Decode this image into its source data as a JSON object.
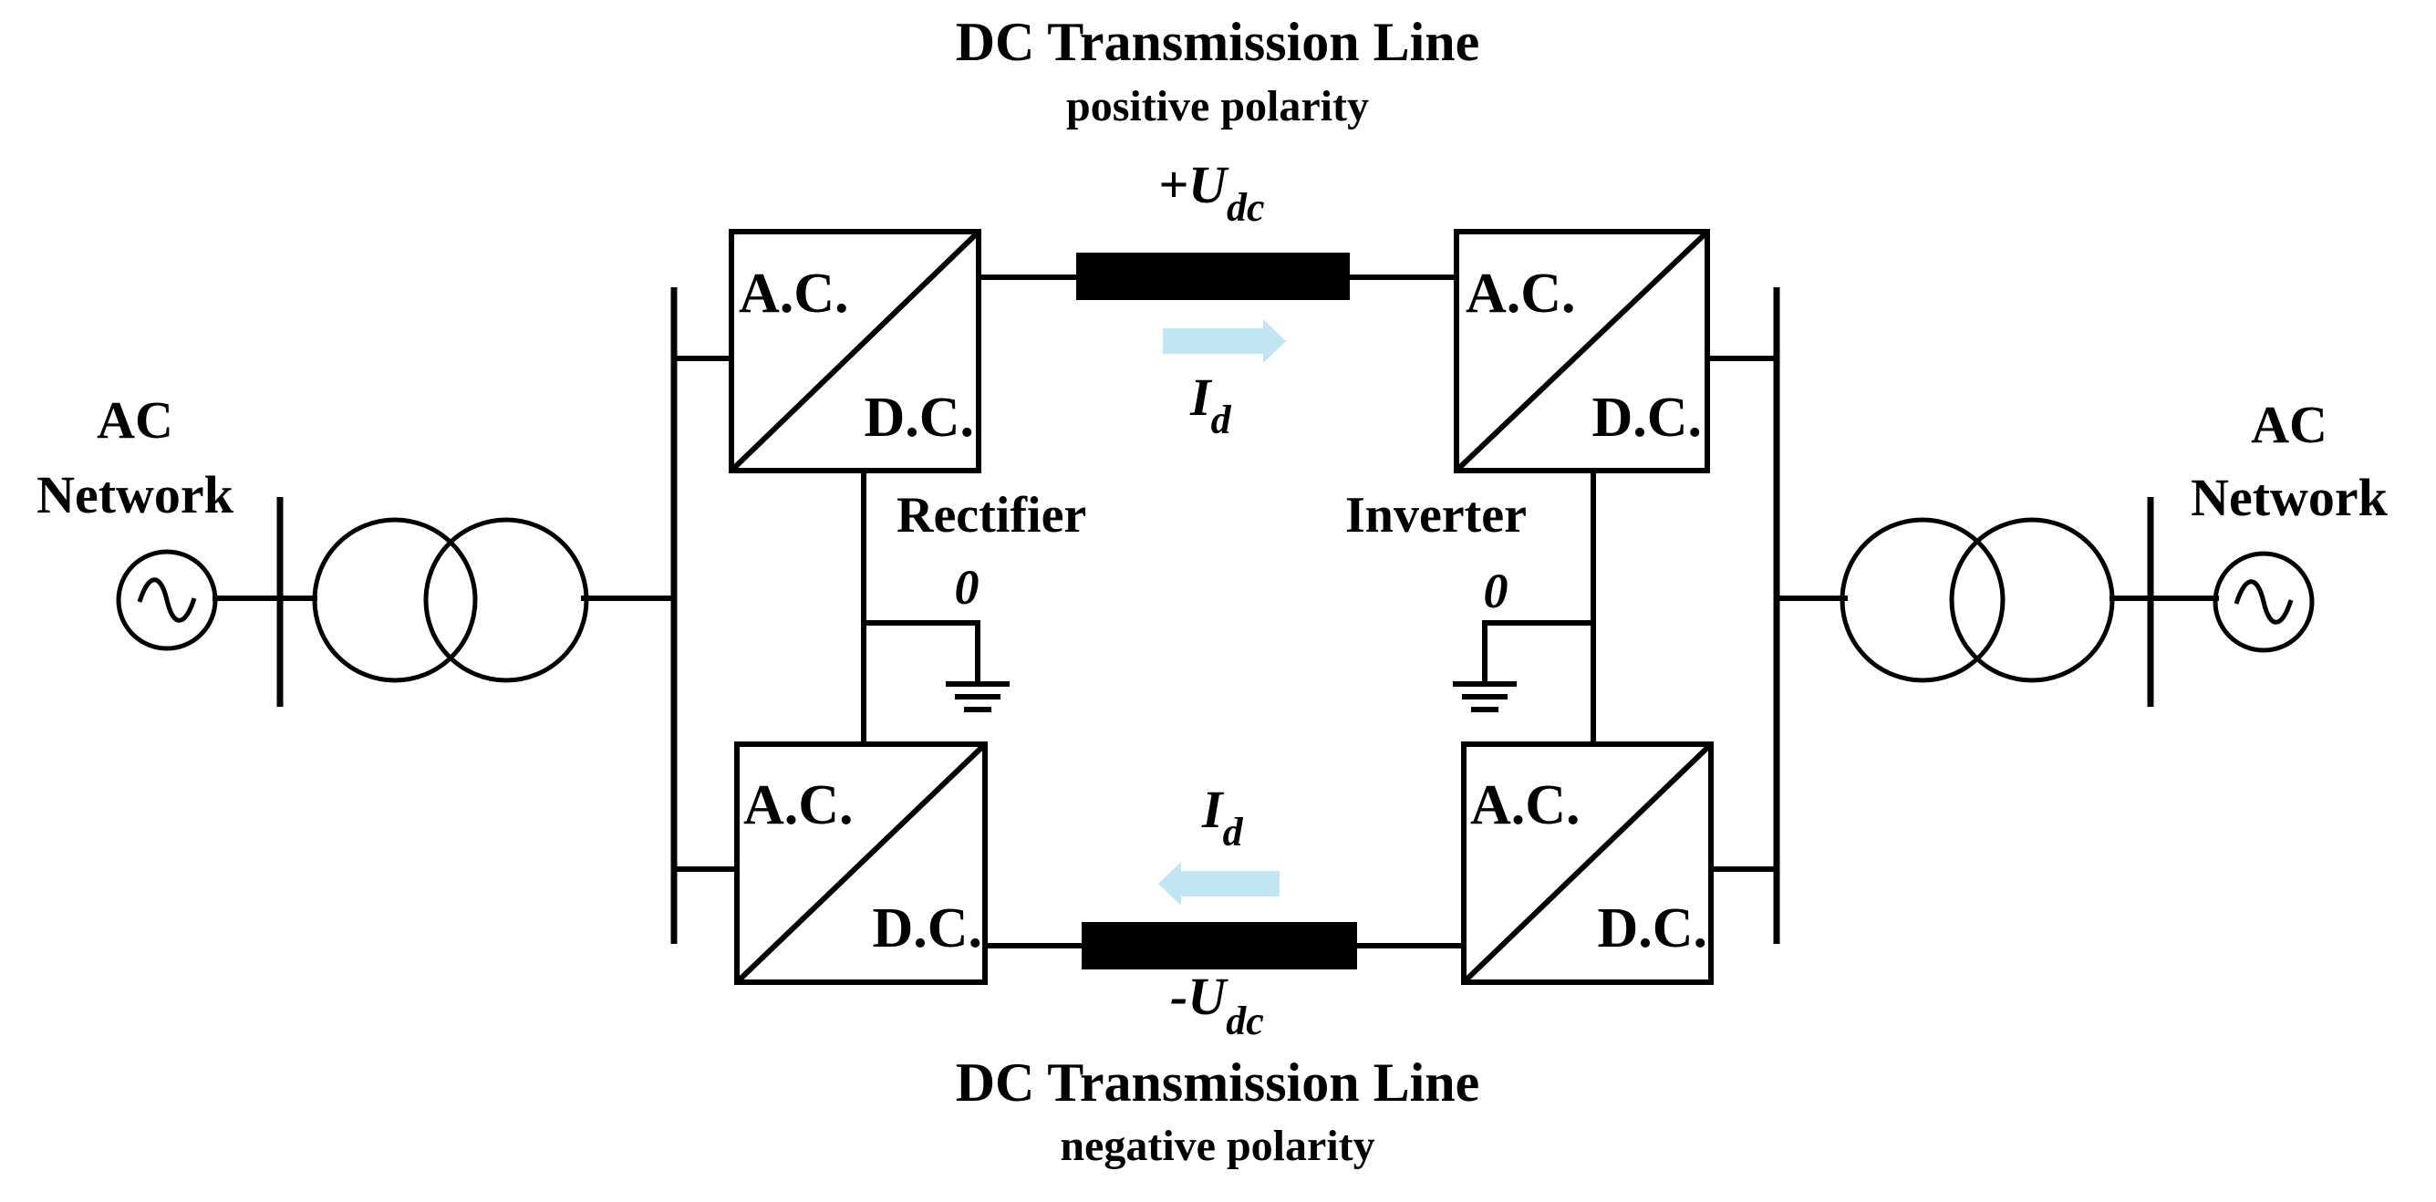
{
  "top_line": {
    "title": "DC Transmission Line",
    "subtitle": "positive polarity",
    "voltage_sign": "+",
    "voltage_symbol": "U",
    "voltage_sub": "dc",
    "current_symbol": "I",
    "current_sub": "d"
  },
  "bottom_line": {
    "title": "DC Transmission Line",
    "subtitle": "negative polarity",
    "voltage_sign": "-",
    "voltage_symbol": "U",
    "voltage_sub": "dc",
    "current_symbol": "I",
    "current_sub": "d"
  },
  "converters": {
    "ac_label": "A.C.",
    "dc_label": "D.C."
  },
  "stations": {
    "left_name": "Rectifier",
    "right_name": "Inverter",
    "ground_potential": "0"
  },
  "networks": {
    "left_line1": "AC",
    "left_line2": "Network",
    "right_line1": "AC",
    "right_line2": "Network"
  },
  "colors": {
    "current_arrow": "#bfe6f2",
    "cable": "#000000"
  }
}
